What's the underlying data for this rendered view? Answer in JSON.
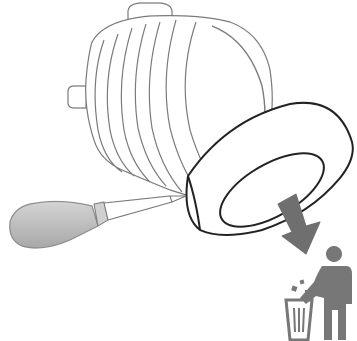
{
  "illustration": {
    "parts": [
      "valve-body",
      "sealing-ring",
      "screwdriver",
      "direction-arrow",
      "trash-disposal-pictogram"
    ],
    "colors": {
      "outline": "#7a7a7a",
      "ring_outline": "#222222",
      "screwdriver_handle": "#bdbdbd",
      "arrow": "#6f6f6f",
      "pictogram": "#777777"
    }
  }
}
